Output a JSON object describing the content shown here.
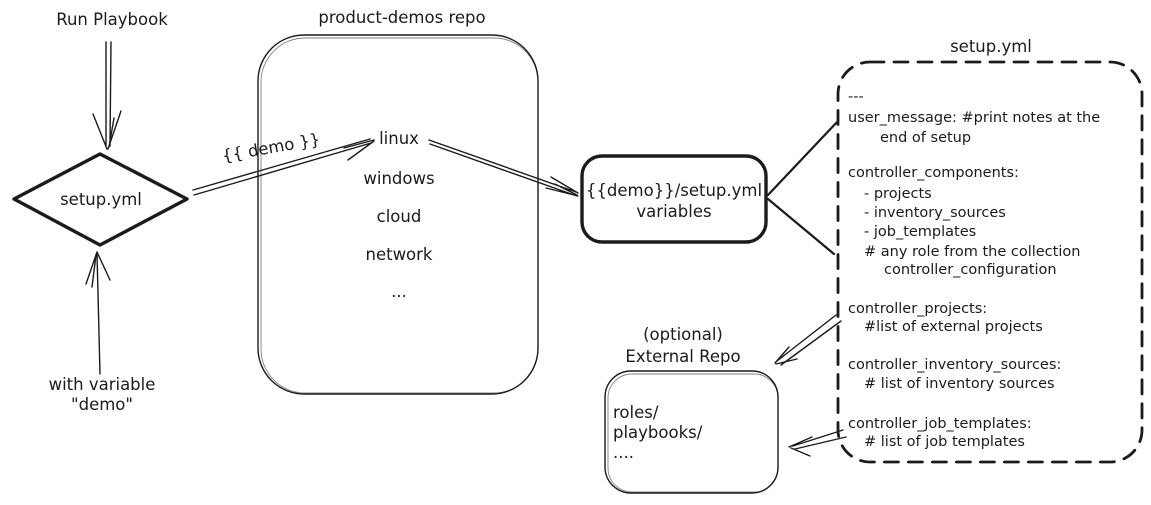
{
  "colors": {
    "ink": "#1b1b1b",
    "background": "#ffffff"
  },
  "left_flow": {
    "run_playbook_label": "Run Playbook",
    "diamond_label": "setup.yml",
    "with_variable_line1": "with variable",
    "with_variable_line2": "\"demo\""
  },
  "repo_box": {
    "title": "product-demos repo",
    "items": [
      "linux",
      "windows",
      "cloud",
      "network",
      "..."
    ]
  },
  "connections": {
    "demo_label": "{{ demo }}"
  },
  "variables_box": {
    "line1": "{{demo}}/setup.yml",
    "line2": "variables"
  },
  "setup_yml_box": {
    "title": "setup.yml",
    "lines": [
      "---",
      "user_message: #print notes at the",
      "end of setup",
      "controller_components:",
      "- projects",
      "- inventory_sources",
      "- job_templates",
      "# any role from the collection",
      "controller_configuration",
      "controller_projects:",
      "#list of external projects",
      "controller_inventory_sources:",
      "# list of inventory sources",
      "controller_job_templates:",
      "# list of job templates"
    ]
  },
  "external_repo_box": {
    "title_line1": "(optional)",
    "title_line2": "External Repo",
    "items": [
      "roles/",
      "playbooks/",
      "...."
    ]
  }
}
